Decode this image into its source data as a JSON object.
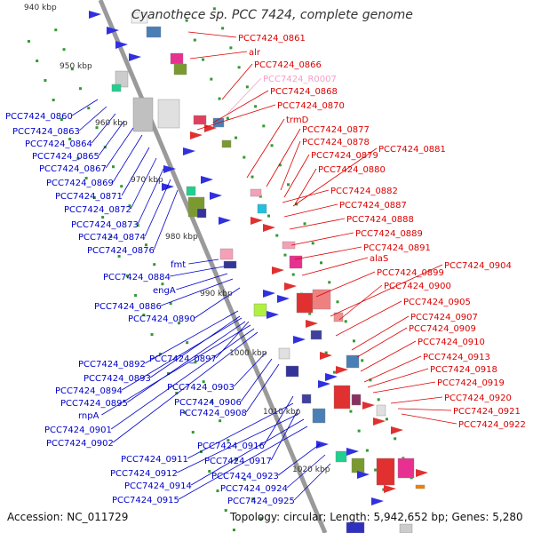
{
  "title": "Cyanothece sp. PCC 7424, complete genome",
  "accession": "Accession: NC_011729",
  "topology": "Topology: circular; Length: 5,942,652 bp; Genes: 5,280",
  "colors": {
    "left_labels": "#0000cc",
    "right_labels": "#dd0000",
    "rna_label": "#f4a0c8",
    "backbone": "#9a9a9a",
    "tick_dots": "#339933"
  },
  "ticks": [
    "940 kbp",
    "950 kbp",
    "960 kbp",
    "970 kbp",
    "980 kbp",
    "990 kbp",
    "1000 kbp",
    "1010 kbp",
    "1020 kbp"
  ],
  "left_genes": [
    "PCC7424_0860",
    "PCC7424_0863",
    "PCC7424_0864",
    "PCC7424_0865",
    "PCC7424_0867",
    "PCC7424_0869",
    "PCC7424_0871",
    "PCC7424_0872",
    "PCC7424_0873",
    "PCC7424_0874",
    "PCC7424_0876",
    "fmt",
    "PCC7424_0884",
    "engA",
    "PCC7424_0886",
    "PCC7424_0890",
    "PCC7424_0892",
    "PCC7424_0897",
    "PCC7424_0893",
    "PCC7424_0894",
    "PCC7424_0895",
    "rnpA",
    "PCC7424_0901",
    "PCC7424_0902",
    "PCC7424_0903",
    "PCC7424_0906",
    "PCC7424_0908",
    "PCC7424_0916",
    "PCC7424_0911",
    "PCC7424_0917",
    "PCC7424_0912",
    "PCC7424_0914",
    "PCC7424_0923",
    "PCC7424_0915",
    "PCC7424_0924",
    "PCC7424_0925"
  ],
  "right_genes": [
    "PCC7424_0861",
    "alr",
    "PCC7424_0866",
    "PCC7424_R0007",
    "PCC7424_0868",
    "PCC7424_0870",
    "trmD",
    "PCC7424_0877",
    "PCC7424_0878",
    "PCC7424_0879",
    "PCC7424_0881",
    "PCC7424_0880",
    "PCC7424_0882",
    "PCC7424_0887",
    "PCC7424_0888",
    "PCC7424_0889",
    "PCC7424_0891",
    "alaS",
    "PCC7424_0899",
    "PCC7424_0904",
    "PCC7424_0900",
    "PCC7424_0905",
    "PCC7424_0907",
    "PCC7424_0909",
    "PCC7424_0910",
    "PCC7424_0913",
    "PCC7424_0918",
    "PCC7424_0919",
    "PCC7424_0920",
    "PCC7424_0921",
    "PCC7424_0922"
  ]
}
